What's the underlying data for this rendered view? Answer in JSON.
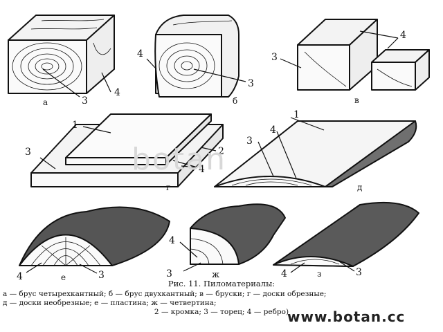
{
  "labels": {
    "a": "а",
    "b": "б",
    "v": "в",
    "g": "г",
    "d": "д",
    "e": "е",
    "zh": "ж",
    "z": "з",
    "n1": "1",
    "n2": "2",
    "n3": "3",
    "n4": "4"
  },
  "caption": {
    "title": "Рис. 11. Пиломатериалы:",
    "line1": "а — брус четырехкантный; б — брус двухкантный; в — бруски; г — доски обрезные;",
    "line2": "д — доски необрезные; е — пластина; ж — четвертина;",
    "line3": "2 — кромка; 3 — торец; 4 — ребро)"
  },
  "watermark": {
    "center": "botan",
    "site": "www.botan.cc"
  }
}
